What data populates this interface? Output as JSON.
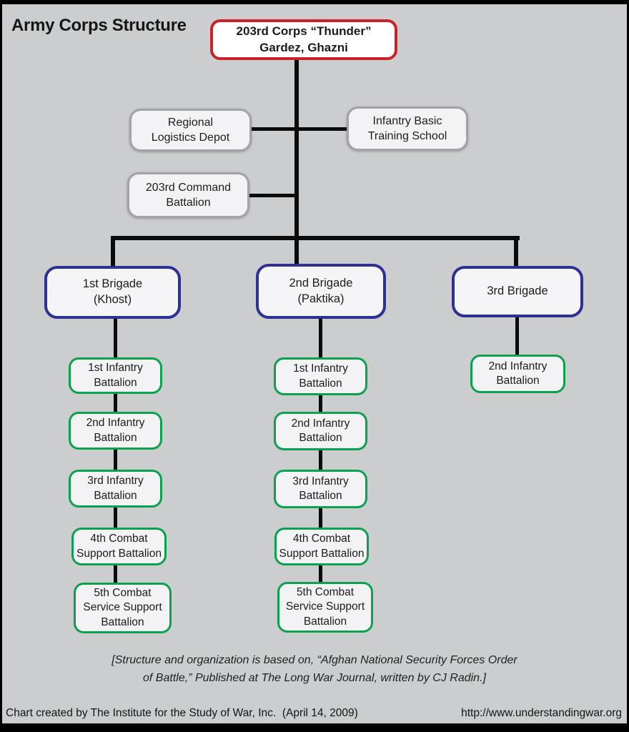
{
  "title": "Army Corps Structure",
  "root": {
    "lines": [
      "203rd Corps “Thunder”",
      "Gardez, Ghazni"
    ]
  },
  "support_units": [
    {
      "lines": [
        "Regional",
        "Logistics Depot"
      ]
    },
    {
      "lines": [
        "Infantry Basic",
        "Training School"
      ]
    },
    {
      "lines": [
        "203rd Command",
        "Battalion"
      ]
    }
  ],
  "brigades": [
    {
      "lines": [
        "1st Brigade",
        "(Khost)"
      ],
      "battalions": [
        {
          "lines": [
            "1st Infantry",
            "Battalion"
          ]
        },
        {
          "lines": [
            "2nd Infantry",
            "Battalion"
          ]
        },
        {
          "lines": [
            "3rd Infantry",
            "Battalion"
          ]
        },
        {
          "lines": [
            "4th Combat",
            "Support Battalion"
          ]
        },
        {
          "lines": [
            "5th Combat",
            "Service Support",
            "Battalion"
          ]
        }
      ]
    },
    {
      "lines": [
        "2nd Brigade",
        "(Paktika)"
      ],
      "battalions": [
        {
          "lines": [
            "1st Infantry",
            "Battalion"
          ]
        },
        {
          "lines": [
            "2nd Infantry",
            "Battalion"
          ]
        },
        {
          "lines": [
            "3rd Infantry",
            "Battalion"
          ]
        },
        {
          "lines": [
            "4th Combat",
            "Support Battalion"
          ]
        },
        {
          "lines": [
            "5th Combat",
            "Service Support",
            "Battalion"
          ]
        }
      ]
    },
    {
      "lines": [
        "3rd Brigade"
      ],
      "battalions": [
        {
          "lines": [
            "2nd Infantry",
            "Battalion"
          ]
        }
      ]
    }
  ],
  "citation": {
    "lines": [
      "[Structure and organization is based on, “Afghan National Security Forces Order",
      "of Battle,” Published at The Long War Journal, written by CJ Radin.]"
    ]
  },
  "footer": {
    "credit": "Chart created by The Institute for the Study of War, Inc.  (April 14, 2009)",
    "url": "http://www.understandingwar.org"
  },
  "colors": {
    "background": "#cbcdce",
    "corps_border": "#cb2128",
    "brigade_border": "#2e3192",
    "battalion_border": "#0da04f",
    "support_border": "#a2a2aa",
    "line": "#0b0b0b",
    "frame": "#000000"
  }
}
